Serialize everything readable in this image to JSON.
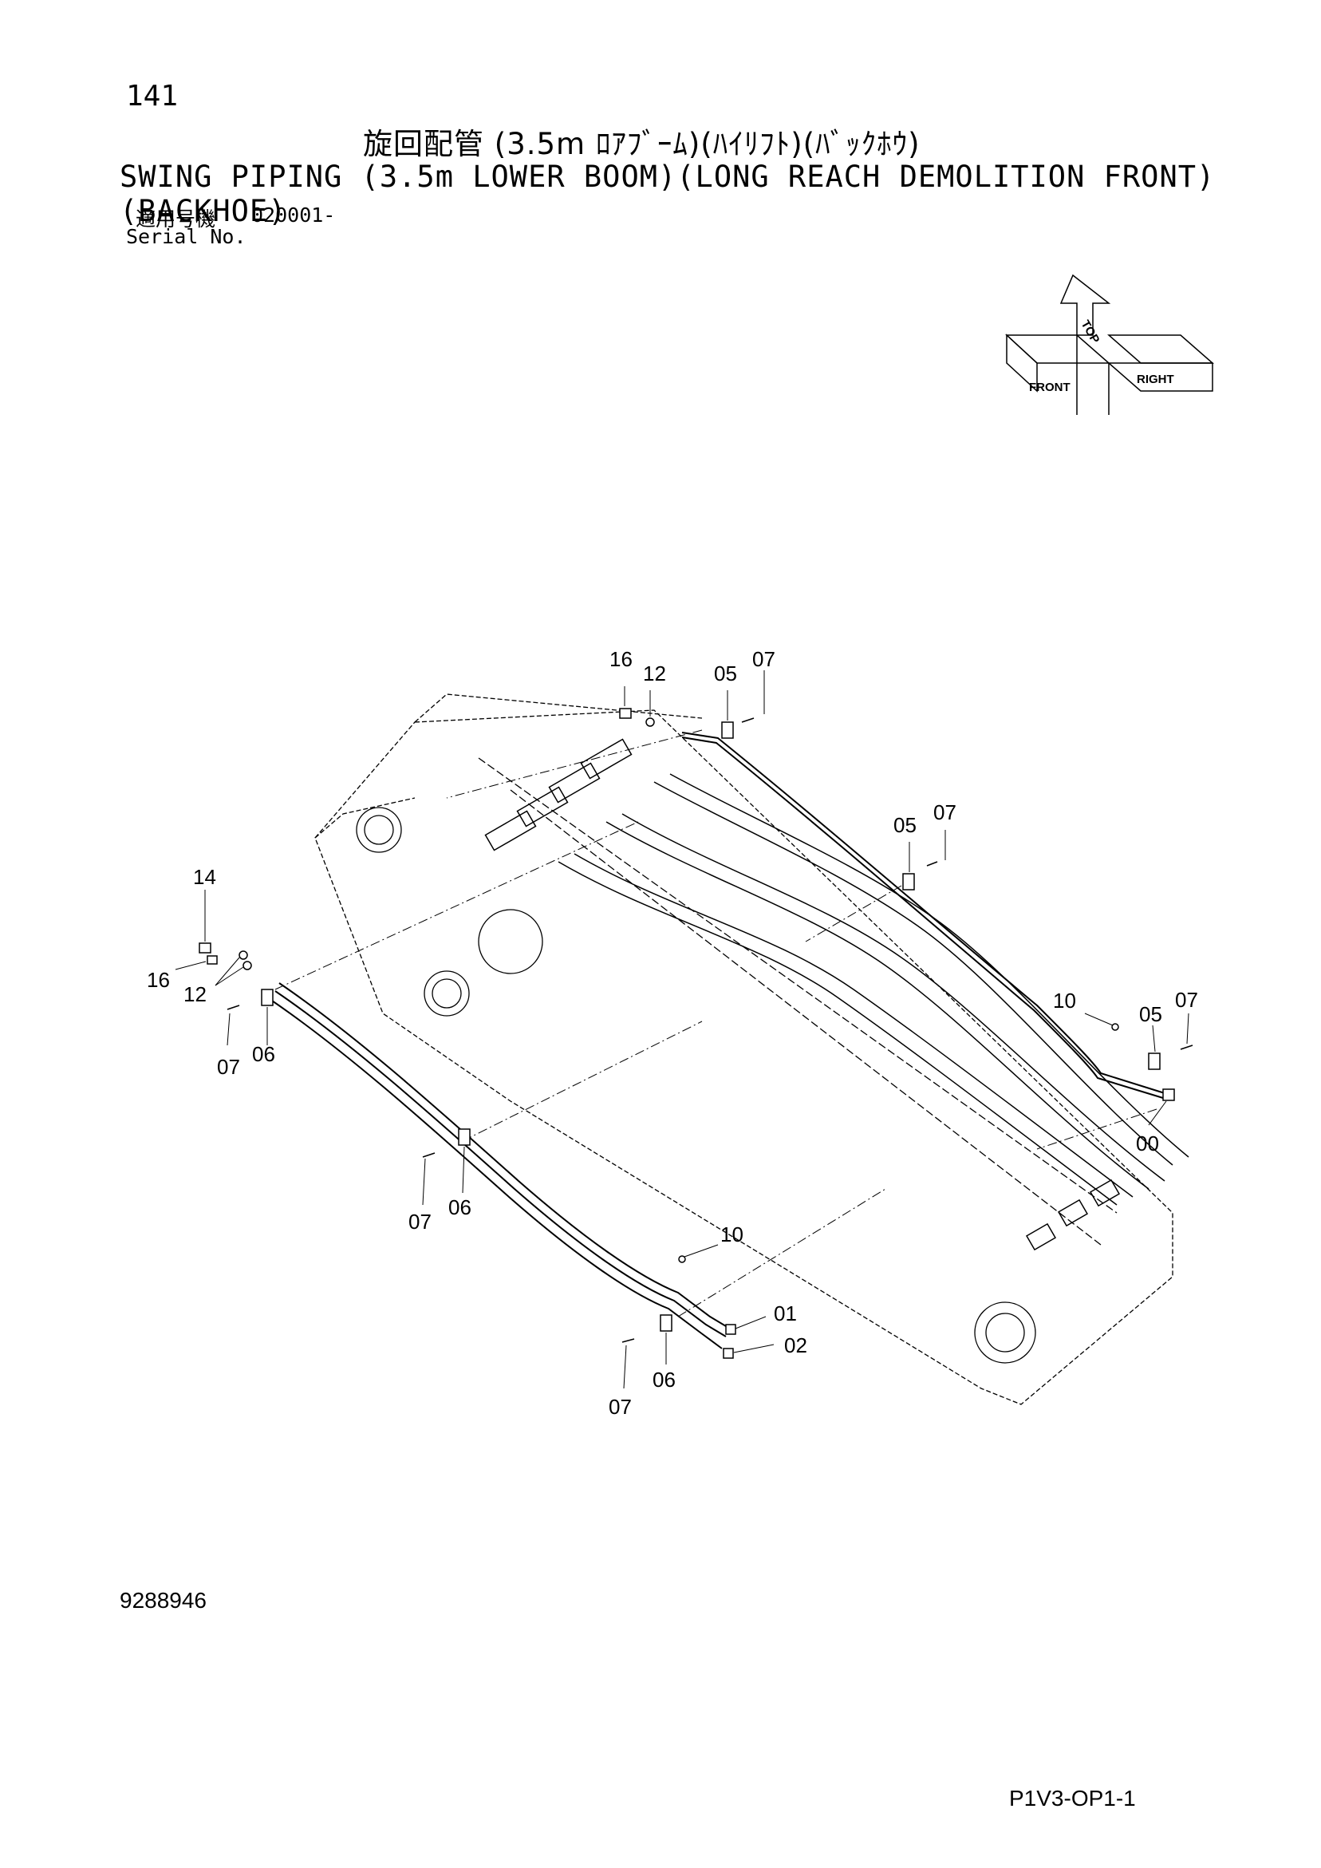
{
  "header": {
    "page_number": "141",
    "title_jp": "旋回配管 (3.5m ﾛｱﾌﾞｰﾑ)(ﾊｲﾘﾌﾄ)(ﾊﾞｯｸﾎｳ)",
    "title_en": "SWING PIPING (3.5m LOWER BOOM)(LONG REACH DEMOLITION FRONT)(BACKHOE)",
    "serial_label_jp": "適用号機",
    "serial_value": "020001-",
    "serial_label_en": "Serial No."
  },
  "orientation": {
    "top": "TOP",
    "front": "FRONT",
    "right": "RIGHT"
  },
  "callouts": {
    "c16_top": "16",
    "c12_top": "12",
    "c05_top": "05",
    "c07_top": "07",
    "c05_mid": "05",
    "c07_mid": "07",
    "c14_left": "14",
    "c16_left": "16",
    "c12_left": "12",
    "c07_left": "07",
    "c06_left": "06",
    "c10_right": "10",
    "c05_right": "05",
    "c07_right": "07",
    "c00_right": "00",
    "c07_lower": "07",
    "c06_lower": "06",
    "c10_bottom": "10",
    "c01": "01",
    "c02": "02",
    "c06_bottom": "06",
    "c07_bottom": "07"
  },
  "footer": {
    "drawing_number": "9288946",
    "page_code": "P1V3-OP1-1"
  }
}
